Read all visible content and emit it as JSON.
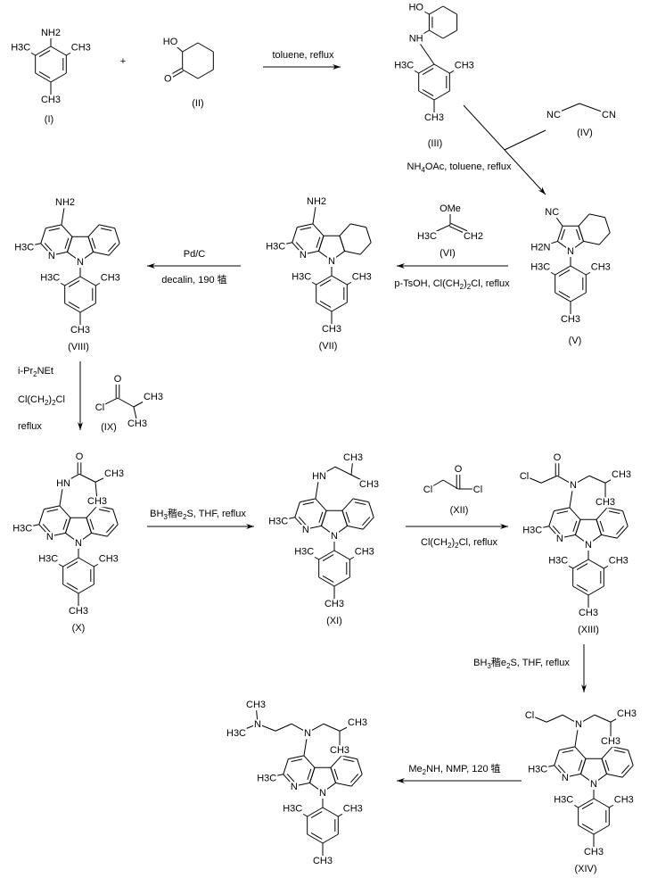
{
  "plus": "+",
  "compounds": {
    "I": {
      "id": "(I)",
      "atoms": {
        "nh2": "NH2",
        "h3c": "H3C",
        "ch3_r": "CH3",
        "ch3_p": "CH3"
      }
    },
    "II": {
      "id": "(II)",
      "atoms": {
        "ho": "HO",
        "o": "O"
      }
    },
    "III": {
      "id": "(III)",
      "atoms": {
        "ho": "HO",
        "nh": "NH",
        "h3c": "H3C",
        "ch3_r": "CH3",
        "ch3_p": "CH3"
      }
    },
    "IV": {
      "id": "(IV)",
      "atoms": {
        "nc": "NC",
        "cn": "CN"
      }
    },
    "V": {
      "id": "(V)",
      "atoms": {
        "nc": "NC",
        "h2n": "H2N",
        "n": "N",
        "h3c": "H3C",
        "ch3_r": "CH3",
        "ch3_p": "CH3"
      }
    },
    "VI": {
      "id": "(VI)",
      "atoms": {
        "ome": "OMe",
        "h3c": "H3C",
        "ch2": "CH2"
      }
    },
    "VII": {
      "id": "(VII)",
      "atoms": {
        "nh2": "NH2",
        "c2_me": "H3C",
        "n1": "N",
        "n9": "N",
        "h3c": "H3C",
        "ch3_r": "CH3",
        "ch3_p": "CH3"
      }
    },
    "VIII": {
      "id": "(VIII)",
      "atoms": {
        "nh2": "NH2",
        "c2_me": "H3C",
        "n1": "N",
        "n9": "N",
        "h3c": "H3C",
        "ch3_r": "CH3",
        "ch3_p": "CH3"
      }
    },
    "IX": {
      "id": "(IX)",
      "atoms": {
        "o": "O",
        "cl": "Cl",
        "ch3_a": "CH3",
        "ch3_b": "CH3"
      }
    },
    "X": {
      "id": "(X)",
      "atoms": {
        "hn": "HN",
        "o": "O",
        "ch3_a": "CH3",
        "ch3_b": "CH3",
        "c2_me": "H3C",
        "n1": "N",
        "n9": "N",
        "h3c": "H3C",
        "ch3_r": "CH3",
        "ch3_p": "CH3"
      }
    },
    "XI": {
      "id": "(XI)",
      "atoms": {
        "hn": "HN",
        "ch3_a": "CH3",
        "ch3_b": "CH3",
        "c2_me": "H3C",
        "n1": "N",
        "n9": "N",
        "h3c": "H3C",
        "ch3_r": "CH3",
        "ch3_p": "CH3"
      }
    },
    "XII": {
      "id": "(XII)",
      "atoms": {
        "cl_a": "Cl",
        "o": "O",
        "cl_b": "Cl"
      }
    },
    "XIII": {
      "id": "(XIII)",
      "atoms": {
        "cl": "Cl",
        "o": "O",
        "n": "N",
        "ch3_a": "CH3",
        "ch3_b": "CH3",
        "c2_me": "H3C",
        "n1": "N",
        "n9": "N",
        "h3c": "H3C",
        "ch3_r": "CH3",
        "ch3_p": "CH3"
      }
    },
    "XIV": {
      "id": "(XIV)",
      "atoms": {
        "cl": "Cl",
        "n": "N",
        "ch3_a": "CH3",
        "ch3_b": "CH3",
        "c2_me": "H3C",
        "n1": "N",
        "n9": "N",
        "h3c": "H3C",
        "ch3_r": "CH3",
        "ch3_p": "CH3"
      }
    },
    "product": {
      "atoms": {
        "n_me2": "N",
        "ch3_me": "CH3",
        "h3c_me": "H3C",
        "n": "N",
        "ch3_a": "CH3",
        "ch3_b": "CH3",
        "c2_me": "H3C",
        "n1": "N",
        "n9": "N",
        "h3c": "H3C",
        "ch3_r": "CH3",
        "ch3_p": "CH3"
      }
    }
  },
  "steps": {
    "s1": {
      "above": "toluene, reflux"
    },
    "s2": {
      "below": "NH4OAc, toluene, reflux"
    },
    "s3": {
      "below": "p-TsOH, Cl(CH2)2Cl, reflux"
    },
    "s4": {
      "above": "Pd/C",
      "below": "decalin, 190 犆"
    },
    "s5": {
      "lines": [
        "i-Pr2NEt",
        "Cl(CH2)2Cl",
        "reflux"
      ]
    },
    "s6": {
      "above": "BH3稭e2S, THF, reflux"
    },
    "s7": {
      "below": "Cl(CH2)2Cl, reflux"
    },
    "s8": {
      "left": "BH3稭e2S, THF, reflux"
    },
    "s9": {
      "above": "Me2NH, NMP, 120 犆"
    }
  }
}
